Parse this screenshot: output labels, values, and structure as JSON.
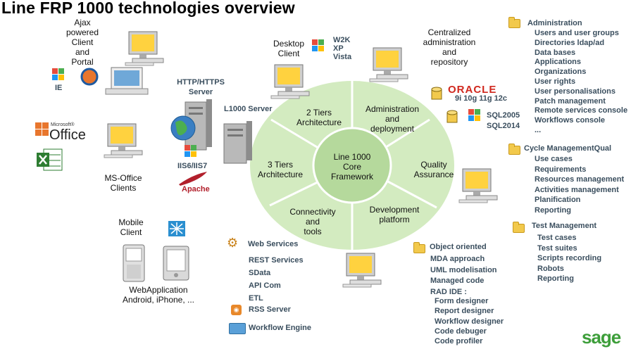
{
  "title": "Line FRP 1000 technologies overview",
  "core": [
    "Line 1000",
    "Core",
    "Framework"
  ],
  "segments": {
    "two_tiers": [
      "2 Tiers",
      "Architecture"
    ],
    "administration": [
      "Administration",
      "and",
      "deployment"
    ],
    "quality": [
      "Quality",
      "Assurance"
    ],
    "development": [
      "Development",
      "platform"
    ],
    "connectivity": [
      "Connectivity",
      "and",
      "tools"
    ],
    "three_tiers": [
      "3 Tiers",
      "Architecture"
    ]
  },
  "ajax_client": [
    "Ajax",
    "powered",
    "Client",
    "and",
    "Portal"
  ],
  "ie_label": "IE",
  "desktop_client": [
    "Desktop",
    "Client"
  ],
  "desktop_os": [
    "W2K",
    "XP",
    "Vista"
  ],
  "http_server": [
    "HTTP/HTTPS",
    "Server"
  ],
  "l1000_server": "L1000 Server",
  "iis_label": "IIS6/IIS7",
  "apache_label": "Apache",
  "msoffice_clients": [
    "MS-Office",
    "Clients"
  ],
  "office_logo": {
    "small": "Microsoft®",
    "big": "Office"
  },
  "mobile_client": [
    "Mobile",
    "Client"
  ],
  "web_app": [
    "WebApplication",
    "Android, iPhone, ..."
  ],
  "central_admin": [
    "Centralized",
    "administration",
    "and",
    "repository"
  ],
  "oracle": {
    "logo": "ORACLE",
    "versions": "9i 10g 11g 12c"
  },
  "sql": [
    "SQL2005",
    "SQL2014"
  ],
  "administration": {
    "heading": "Administration",
    "items": [
      "Users and user groups",
      "Directories ldap/ad",
      "Data bases",
      "Applications",
      "Organizations",
      "User rights",
      "User personalisations",
      "Patch management",
      "Remote services console",
      "Workflows console",
      "..."
    ]
  },
  "cycle_management": {
    "heading": "Cycle ManagementQual",
    "items": [
      "Use cases",
      "Requirements",
      "Resources management",
      "Activities management",
      "Planification",
      "Reporting"
    ]
  },
  "test_management": {
    "heading": "Test Management",
    "items": [
      "Test cases",
      "Test suites",
      "Scripts recording",
      "Robots",
      "Reporting"
    ]
  },
  "web_services": {
    "heading": "Web Services",
    "items": [
      "REST Services",
      "SData",
      "API Com",
      "ETL"
    ],
    "rss": "RSS Server",
    "workflow": "Workflow Engine"
  },
  "object_oriented": {
    "heading": "Object oriented",
    "items": [
      "MDA approach",
      "UML modelisation",
      "Managed code",
      "RAD IDE :"
    ],
    "sub_items": [
      "Form designer",
      "Report designer",
      "Workflow designer",
      "Code debuger",
      "Code profiler"
    ]
  },
  "brand": "sage",
  "colors": {
    "wheel": "#d3ebc0",
    "core": "#b5d99c",
    "text_blue": "#3a4e5e",
    "brand_green": "#3d9e3a",
    "oracle_red": "#d0281e"
  }
}
